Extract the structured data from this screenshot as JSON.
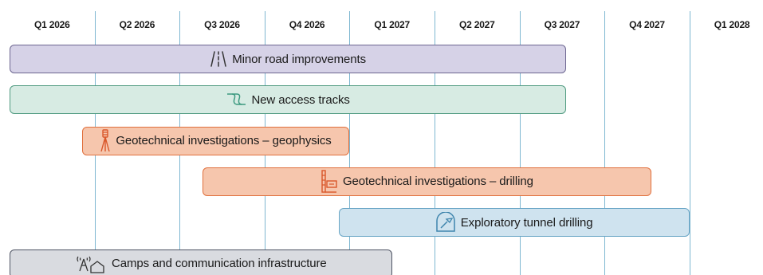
{
  "chart_data": {
    "type": "gantt",
    "axis": {
      "quarters": [
        "Q1 2026",
        "Q2 2026",
        "Q3 2026",
        "Q4 2026",
        "Q1 2027",
        "Q2 2027",
        "Q3 2027",
        "Q4 2027",
        "Q1 2028"
      ]
    },
    "tasks": [
      {
        "label": "Minor road improvements",
        "start": 0.0,
        "end": 6.55,
        "icon": "road-icon",
        "fill": "#d6d2e7",
        "border": "#6c6690",
        "icon_color": "#333333"
      },
      {
        "label": "New access tracks",
        "start": 0.0,
        "end": 6.55,
        "icon": "tracks-icon",
        "fill": "#d7ebe3",
        "border": "#4f9a80",
        "icon_color": "#3d9a80"
      },
      {
        "label": "Geotechnical investigations – geophysics",
        "start": 0.85,
        "end": 4.0,
        "icon": "survey-tripod-icon",
        "fill": "#f6c6ad",
        "border": "#e0703d",
        "icon_color": "#d9572a"
      },
      {
        "label": "Geotechnical investigations – drilling",
        "start": 2.27,
        "end": 7.55,
        "icon": "drilling-rig-icon",
        "fill": "#f6c6ad",
        "border": "#e0703d",
        "icon_color": "#d9572a"
      },
      {
        "label": "Exploratory tunnel drilling",
        "start": 3.87,
        "end": 8.0,
        "icon": "tunnel-drill-icon",
        "fill": "#cfe3ef",
        "border": "#6aa6c6",
        "icon_color": "#3f85ad"
      },
      {
        "label": "Camps and communication infrastructure",
        "start": 0.0,
        "end": 4.5,
        "icon": "camp-antenna-icon",
        "fill": "#d9dbe0",
        "border": "#4f5564",
        "icon_color": "#333333"
      }
    ]
  }
}
